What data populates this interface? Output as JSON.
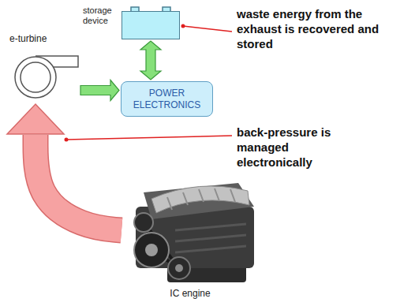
{
  "diagram": {
    "nodes": [
      {
        "text": [
          "storage device"
        ]
      },
      {
        "text": [
          "e-turbine"
        ]
      },
      {
        "text": [
          "POWER ELECTRONICS"
        ]
      },
      {
        "text": [
          "IC engine"
        ]
      }
    ],
    "edges": [
      {
        "from": 0,
        "to": 2,
        "arrow": "both"
      },
      {
        "from": 1,
        "to": 2,
        "arrow": "to"
      },
      {
        "from": 3,
        "to": 1,
        "arrow": "to"
      }
    ],
    "labels": [
      "waste energy from the exhaust is recovered and stored",
      "back-pressure is managed electronically"
    ]
  }
}
